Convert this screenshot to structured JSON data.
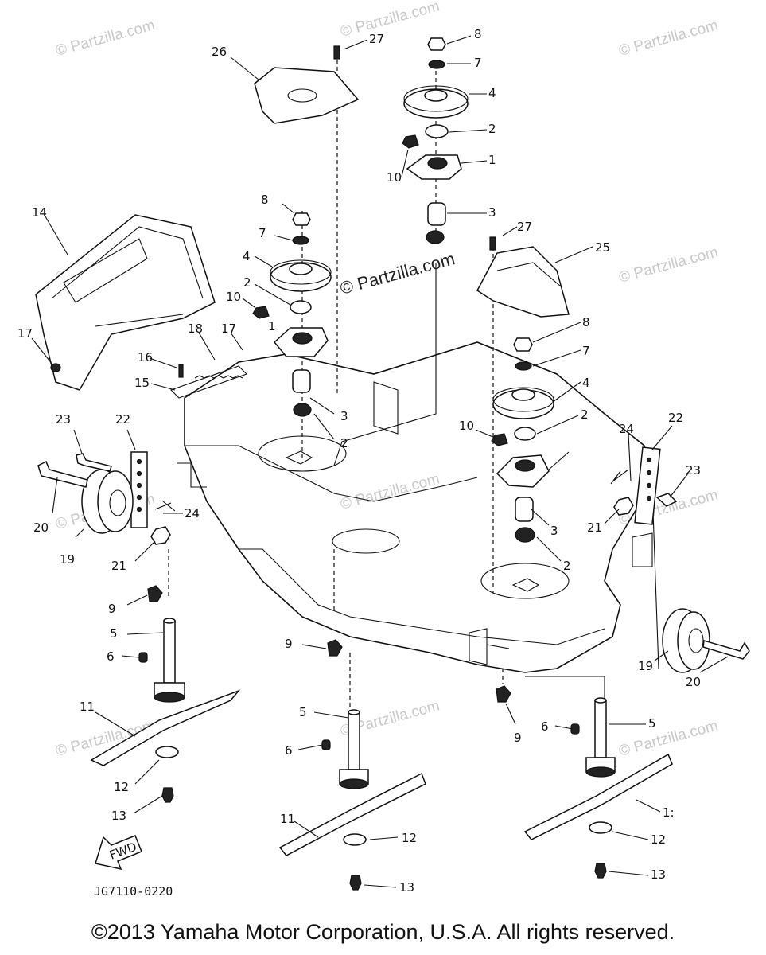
{
  "watermark": "© Partzilla.com",
  "diagram_code": "JG7110-0220",
  "fwd_label": "FWD",
  "copyright": "©2013 Yamaha Motor Corporation, U.S.A. All rights reserved.",
  "callouts": {
    "c27a": "27",
    "c8a": "8",
    "c7a": "7",
    "c4a": "4",
    "c2a": "2",
    "c1a": "1",
    "c10a": "10",
    "c3a": "3",
    "c26": "26",
    "c8b": "8",
    "c7b": "7",
    "c4b": "4",
    "c2b": "2",
    "c10b": "10",
    "c1b": "1",
    "c17a": "17",
    "c18": "18",
    "c17b": "17",
    "c16": "16",
    "c15": "15",
    "c3b": "3",
    "c2c": "2",
    "c14": "14",
    "c27b": "27",
    "c25": "25",
    "c8c": "8",
    "c7c": "7",
    "c4c": "4",
    "c10c": "10",
    "c2d": "2",
    "c3c": "3",
    "c2e": "2",
    "c23a": "23",
    "c22a": "22",
    "c20a": "20",
    "c24a": "24",
    "c19a": "19",
    "c21a": "21",
    "c9a": "9",
    "c5a": "5",
    "c6a": "6",
    "c11a": "11",
    "c12a": "12",
    "c13a": "13",
    "c24b": "24",
    "c22b": "22",
    "c23b": "23",
    "c21b": "21",
    "c19b": "19",
    "c20b": "20",
    "c9b": "9",
    "c5b": "5",
    "c6b": "6",
    "c11b": "11",
    "c12b": "12",
    "c13b": "13",
    "c9c": "9",
    "c6c": "6",
    "c5c": "5",
    "c11c": "1:",
    "c12c": "12",
    "c13c": "13"
  }
}
